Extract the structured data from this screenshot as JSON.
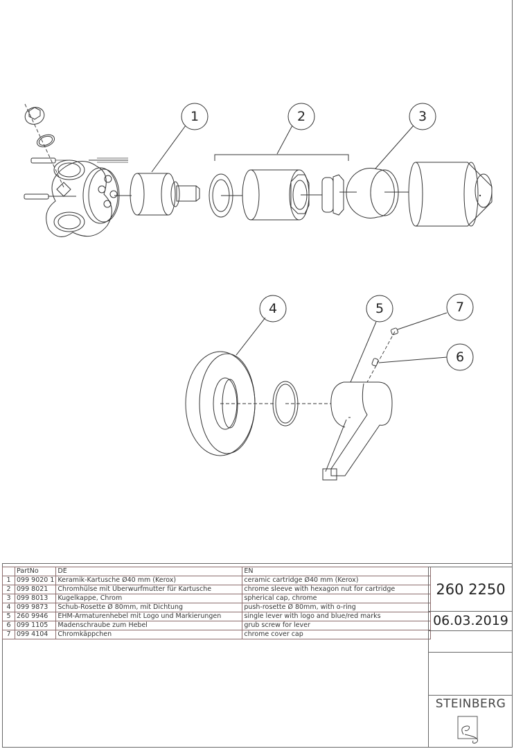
{
  "callouts": [
    "1",
    "2",
    "3",
    "4",
    "5",
    "6",
    "7"
  ],
  "parts_table": {
    "headers": {
      "no": "",
      "partno": "PartNo",
      "de": "DE",
      "en": "EN"
    },
    "rows": [
      {
        "no": "1",
        "partno": "099 9020 1",
        "de": "Keramik-Kartusche Ø40 mm (Kerox)",
        "en": "ceramic cartridge Ø40 mm (Kerox)"
      },
      {
        "no": "2",
        "partno": "099 8021",
        "de": "Chromhülse mit Überwurfmutter für Kartusche",
        "en": "chrome sleeve with hexagon nut for cartridge"
      },
      {
        "no": "3",
        "partno": "099 8013",
        "de": "Kugelkappe, Chrom",
        "en": "spherical cap, chrome"
      },
      {
        "no": "4",
        "partno": "099 9873",
        "de": "Schub-Rosette Ø 80mm, mit Dichtung",
        "en": "push-rosette Ø 80mm, with o-ring"
      },
      {
        "no": "5",
        "partno": "260 9946",
        "de": "EHM-Armaturenhebel  mit Logo und Markierungen",
        "en": "single lever  with logo and blue/red marks"
      },
      {
        "no": "6",
        "partno": "099 1105",
        "de": "Madenschraube zum Hebel",
        "en": "grub screw for lever"
      },
      {
        "no": "7",
        "partno": "099 4104",
        "de": "Chromkäppchen",
        "en": "chrome cover cap"
      }
    ]
  },
  "title_block": {
    "article_number": "260 2250",
    "date": "06.03.2019",
    "brand": "STEINBERG"
  }
}
